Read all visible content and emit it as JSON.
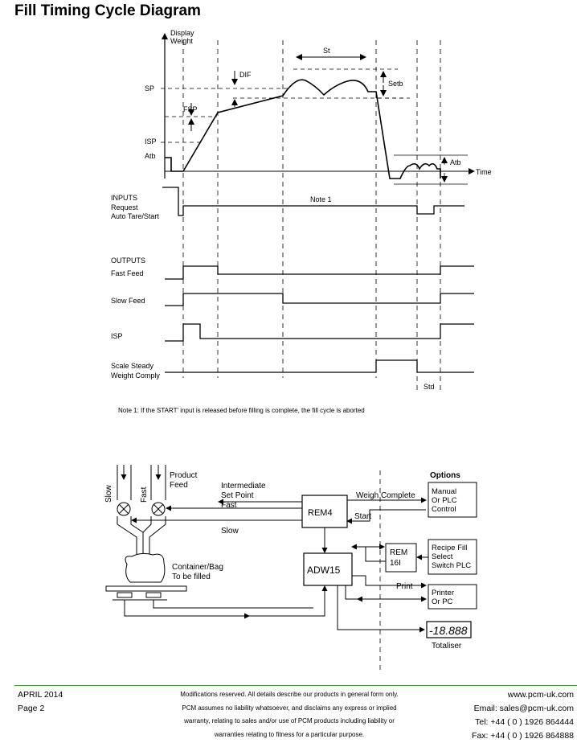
{
  "page_title": "Fill Timing Cycle Diagram",
  "timing": {
    "axis_label_line1": "Display",
    "axis_label_line2": "Weight",
    "time_label": "Time",
    "levels": {
      "sp": "SP",
      "isp": "ISP",
      "atb": "Atb"
    },
    "annotations": {
      "dif": "DIF",
      "fsp": "FSP",
      "st": "St",
      "setb": "Setb",
      "atb_band": "Atb",
      "note_marker": "Note 1",
      "std": "Std"
    },
    "inputs": {
      "heading": "INPUTS",
      "request_line1": "Request",
      "request_line2": "Auto Tare/Start"
    },
    "outputs": {
      "heading": "OUTPUTS",
      "fast_feed": "Fast Feed",
      "slow_feed": "Slow Feed",
      "isp": "ISP",
      "steady_line1": "Scale Steady",
      "steady_line2": "Weight Comply"
    },
    "note_text": "Note 1: If the START' input is released before filling is complete, the fill cycle is aborted"
  },
  "system": {
    "slow_label": "Slow",
    "fast_label": "Fast",
    "product_feed_line1": "Product",
    "product_feed_line2": "Feed",
    "intermediate_line1": "Intermediate",
    "intermediate_line2": "Set Point",
    "intermediate_line3": "Fast",
    "slow_signal": "Slow",
    "rem4": "REM4",
    "start": "Start",
    "weigh_complete": "Weigh Complete",
    "options_heading": "Options",
    "manual_line1": "Manual",
    "manual_line2": "Or PLC",
    "manual_line3": "Control",
    "rem16_line1": "REM",
    "rem16_line2": "16I",
    "recipe_line1": "Recipe Fill",
    "recipe_line2": "Select",
    "recipe_line3": "Switch PLC",
    "adw15": "ADW15",
    "print": "Print",
    "printer_line1": "Printer",
    "printer_line2": "Or PC",
    "container_line1": "Container/Bag",
    "container_line2": "To be filled",
    "totaliser_display": "-18.888",
    "totaliser_label": "Totaliser"
  },
  "footer": {
    "date": "APRIL 2014",
    "page": "Page 2",
    "disclaimer_line1": "Modifications reserved. All details describe our products in general form only.",
    "disclaimer_line2": "PCM assumes no liability whatsoever, and disclaims any express or implied",
    "disclaimer_line3": "warranty, relating to sales and/or use of PCM products including liability or",
    "disclaimer_line4": "warranties relating to fitness for a particular purpose.",
    "website": "www.pcm-uk.com",
    "email": "Email: sales@pcm-uk.com",
    "tel": "Tel: +44 ( 0 ) 1926 864444",
    "fax": "Fax: +44 ( 0 ) 1926 864888"
  }
}
